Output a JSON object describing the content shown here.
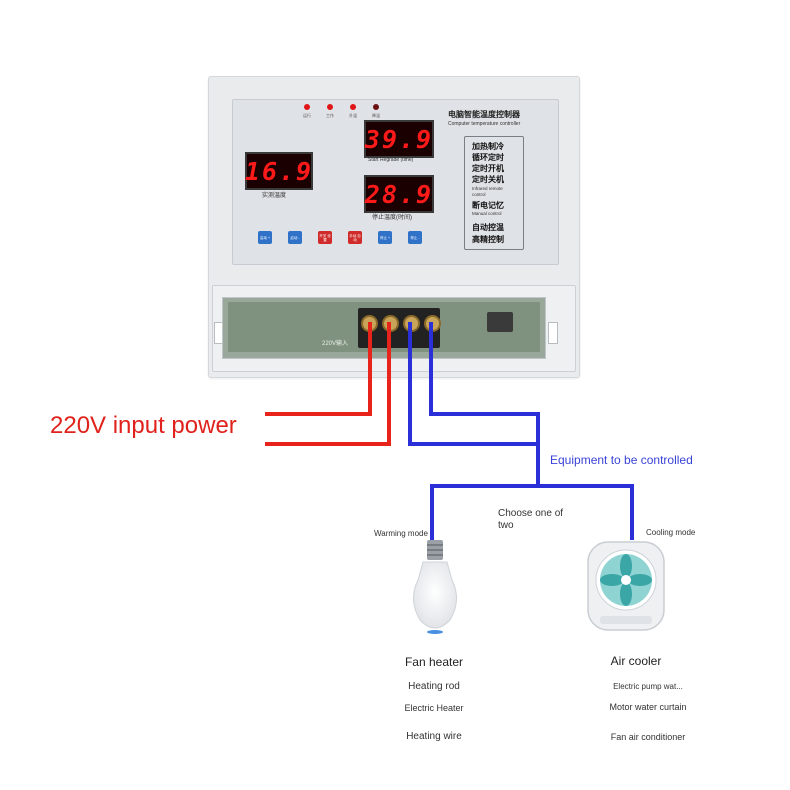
{
  "controller": {
    "leds": [
      {
        "label": "运行",
        "on": true
      },
      {
        "label": "工作",
        "on": true
      },
      {
        "label": "升温",
        "on": true
      },
      {
        "label": "降温",
        "on": false
      }
    ],
    "title_cn": "电脑智能温度控制器",
    "title_en": "Computer temperature controller",
    "display_left": {
      "value": "16.9",
      "label": "实测温度"
    },
    "display_top": {
      "value": "39.9",
      "label": "Start Regrade (time)"
    },
    "display_bottom": {
      "value": "28.9",
      "label": "停止温度(时间)"
    },
    "features": [
      "加热制冷",
      "循环定时",
      "定时开机",
      "定时关机",
      "断电记忆",
      "自动控温",
      "高精控制"
    ],
    "feature_sub": [
      "Infrared remote",
      "control",
      "Manual control"
    ],
    "buttons": [
      {
        "label": "启动 +",
        "color": "#2f72c8"
      },
      {
        "label": "启动 -",
        "color": "#2f72c8"
      },
      {
        "label": "开关 设置",
        "color": "#d02a2a"
      },
      {
        "label": "手动 自动",
        "color": "#d02a2a"
      },
      {
        "label": "停止 +",
        "color": "#2f72c8"
      },
      {
        "label": "停止 -",
        "color": "#2f72c8"
      }
    ],
    "terminal_label": "220V输入"
  },
  "labels": {
    "input_power": "220V input power",
    "equipment": "Equipment to be controlled",
    "choose": "Choose one of two",
    "warming_mode": "Warming mode",
    "cooling_mode": "Cooling mode"
  },
  "devices": {
    "left": {
      "title": "Fan heater",
      "items": [
        "Heating rod",
        "Electric Heater",
        "Heating wire"
      ]
    },
    "right": {
      "title": "Air cooler",
      "items": [
        "Electric pump wat...",
        "Motor water curtain",
        "Fan air conditioner"
      ]
    }
  },
  "colors": {
    "live_wire": "#e8231c",
    "neutral_wire": "#2a2fd8",
    "display_text": "#ff1a1a"
  }
}
